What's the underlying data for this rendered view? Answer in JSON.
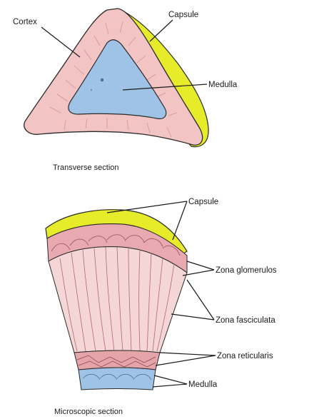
{
  "transverse": {
    "caption": "Transverse section",
    "labels": {
      "cortex": "Cortex",
      "capsule": "Capsule",
      "medulla": "Medulla"
    }
  },
  "microscopic": {
    "caption": "Microscopic section",
    "labels": {
      "capsule": "Capsule",
      "zona_glomerulosa": "Zona glomerulos",
      "zona_fasciculata": "Zona fasciculata",
      "zona_reticularis": "Zona reticularis",
      "medulla": "Medulla"
    }
  },
  "colors": {
    "capsule": "#e6ec2a",
    "cortex": "#f2c4c4",
    "cortex_dark": "#d98f95",
    "medulla": "#9fc3e6",
    "outline": "#2a2a2a"
  }
}
